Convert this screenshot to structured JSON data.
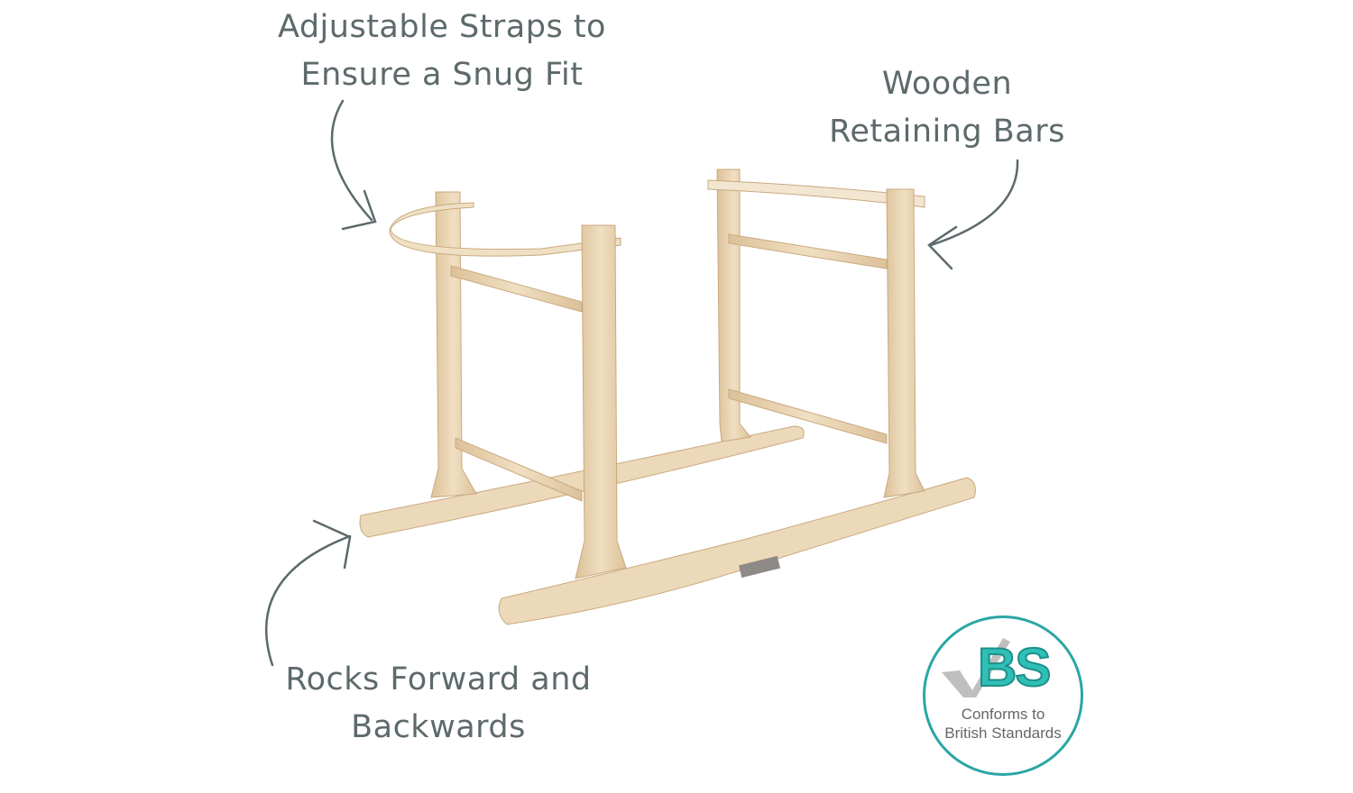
{
  "callouts": {
    "straps": [
      "Adjustable Straps to",
      "Ensure a Snug Fit"
    ],
    "bars": [
      "Wooden",
      "Retaining Bars"
    ],
    "rocks": [
      "Rocks Forward and",
      "Backwards"
    ]
  },
  "badge": {
    "logo": "BS",
    "line1": "Conforms to",
    "line2": "British Standards"
  },
  "colors": {
    "text": "#5d6a6c",
    "wood": "#ead6b4",
    "badge": "#2aa6a4",
    "arrow": "#5d6a6c"
  }
}
